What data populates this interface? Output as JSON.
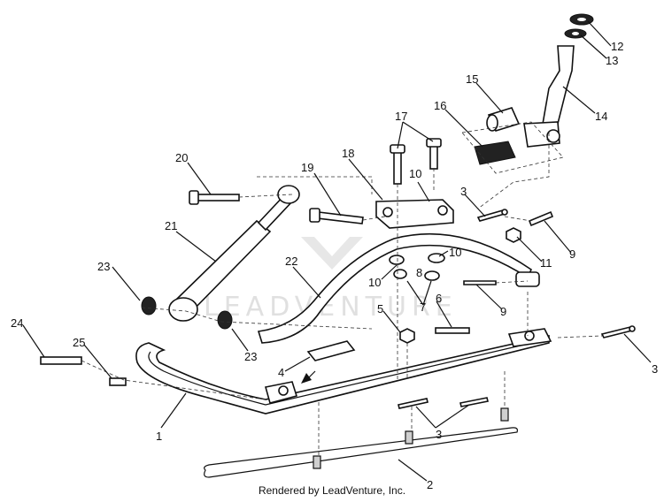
{
  "footer": {
    "credit": "Rendered by LeadVenture, Inc."
  },
  "watermark": {
    "text": "LEADVENTURE"
  },
  "callouts": [
    "1",
    "2",
    "3",
    "3",
    "3",
    "4",
    "5",
    "6",
    "7",
    "8",
    "9",
    "9",
    "10",
    "10",
    "10",
    "11",
    "12",
    "13",
    "14",
    "15",
    "16",
    "17",
    "18",
    "19",
    "20",
    "21",
    "22",
    "23",
    "23",
    "24",
    "25"
  ],
  "colors": {
    "ink": "#111111",
    "paper": "#ffffff",
    "watermark": "#c8c8c8"
  }
}
